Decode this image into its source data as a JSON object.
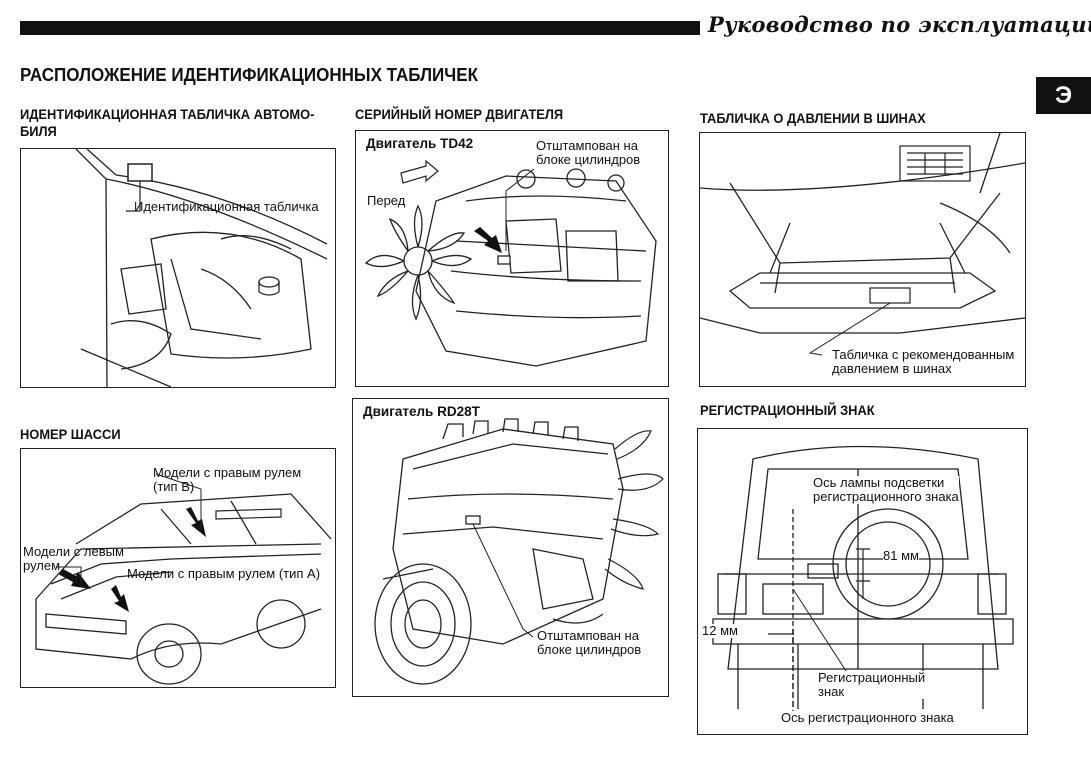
{
  "header": {
    "manual_title": "Руководство по эксплуатации",
    "section_tab": "Э"
  },
  "page_title": "РАСПОЛОЖЕНИЕ ИДЕНТИФИКАЦИОННЫХ ТАБЛИЧЕК",
  "sections": {
    "vehicle_plate": {
      "heading_line1": "ИДЕНТИФИКАЦИОННАЯ ТАБЛИЧКА АВТОМО-",
      "heading_line2": "БИЛЯ",
      "label": "Идентификационная табличка"
    },
    "chassis": {
      "heading": "НОМЕР ШАССИ",
      "label_rhd_b_line1": "Модели с правым рулем",
      "label_rhd_b_line2": "(тип В)",
      "label_lhd_line1": "Модели с левым",
      "label_lhd_line2": "рулем",
      "label_rhd_a": "Модели с правым рулем (тип А)"
    },
    "engine_serial": {
      "heading": "СЕРИЙНЫЙ НОМЕР ДВИГАТЕЛЯ",
      "td42_title": "Двигатель TD42",
      "td42_stamp_line1": "Отштампован на",
      "td42_stamp_line2": "блоке цилиндров",
      "front_label": "Перед",
      "rd28t_title": "Двигатель RD28T",
      "rd28t_stamp_line1": "Отштампован на",
      "rd28t_stamp_line2": "блоке цилиндров"
    },
    "tire_pressure": {
      "heading": "ТАБЛИЧКА О ДАВЛЕНИИ В ШИНАХ",
      "label_line1": "Табличка с рекомендованным",
      "label_line2": "давлением в шинах"
    },
    "license_plate": {
      "heading": "РЕГИСТРАЦИОННЫЙ ЗНАК",
      "lamp_axis_line1": "Ось лампы подсветки",
      "lamp_axis_line2": "регистрационного знака",
      "dim_81": "81 мм",
      "dim_12": "12 мм",
      "plate_line1": "Регистрационный",
      "plate_line2": "знак",
      "plate_axis": "Ось регистрационного знака"
    }
  }
}
